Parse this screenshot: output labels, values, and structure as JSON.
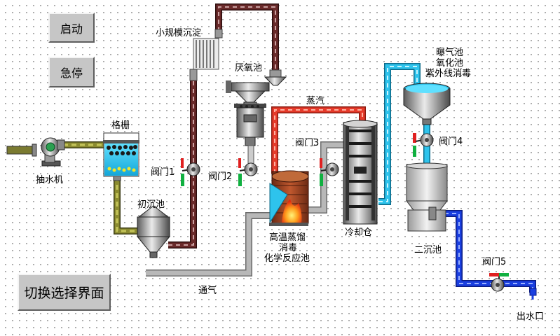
{
  "controls": {
    "start": "启动",
    "emergency_stop": "急停",
    "switch_screen": "切换选择界面"
  },
  "labels": {
    "pump": "抽水机",
    "grille": "格栅",
    "primary_tank": "初沉池",
    "small_sedimentation": "小规模沉淀",
    "anaerobic_tank": "厌氧池",
    "steam": "蒸汽",
    "reactor_line1": "高温蒸馏",
    "reactor_line2": "消毒",
    "reactor_line3": "化学反应池",
    "cooling_bin": "冷却仓",
    "aeration_line1": "曝气池",
    "aeration_line2": "氧化池",
    "aeration_line3": "紫外线消毒",
    "secondary_tank": "二沉池",
    "ventilation": "通气",
    "outlet": "出水口"
  },
  "valves": {
    "v1": "阀门1",
    "v2": "阀门2",
    "v3": "阀门3",
    "v4": "阀门4",
    "v5": "阀门5"
  },
  "colors": {
    "background": "#ffffff",
    "button_face": "#c6c6c6",
    "sludge_pipe": "#8b8b30",
    "waste_pipe": "#5a1e1e",
    "steam_pipe": "#e53a2a",
    "gas_pipe": "#a0a0a0",
    "cooling_pipe": "#2ec3ec",
    "clean_water_pipe": "#1a3fe0",
    "valve_handle_red": "#e02020",
    "valve_handle_green": "#10b040"
  }
}
